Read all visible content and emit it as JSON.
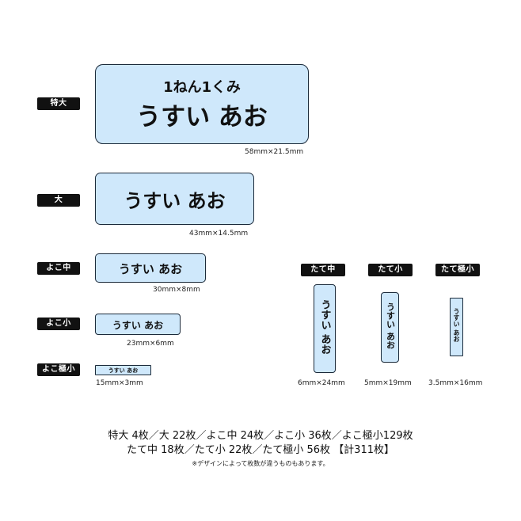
{
  "yoko": {
    "tokudai": {
      "tag": "特大",
      "line1": "1ねん1くみ",
      "line2": "うすい あお",
      "size": "58mm×21.5mm"
    },
    "dai": {
      "tag": "大",
      "name": "うすい あお",
      "size": "43mm×14.5mm"
    },
    "yoko_chu": {
      "tag": "よこ中",
      "name": "うすい あお",
      "size": "30mm×8mm"
    },
    "yoko_sho": {
      "tag": "よこ小",
      "name": "うすい あお",
      "size": "23mm×6mm"
    },
    "yoko_gokusho": {
      "tag": "よこ極小",
      "name": "うすい あお",
      "size": "15mm×3mm"
    }
  },
  "tate": {
    "tate_chu": {
      "tag": "たて中",
      "name": "うすい あお",
      "size": "6mm×24mm"
    },
    "tate_sho": {
      "tag": "たて小",
      "name": "うすい あお",
      "size": "5mm×19mm"
    },
    "tate_gokusho": {
      "tag": "たて極小",
      "name": "うすい あお",
      "size": "3.5mm×16mm"
    }
  },
  "summary": {
    "line1": "特大 4枚／大 22枚／よこ中 24枚／よこ小 36枚／よこ極小129枚",
    "line2": "たて中 18枚／たて小 22枚／たて極小 56枚 【計311枚】",
    "note": "※デザインによって枚数が違うものもあります。"
  },
  "colors": {
    "label_fill": "#cfe8fb",
    "label_border": "#1b2a3a",
    "tag_bg": "#111111"
  }
}
